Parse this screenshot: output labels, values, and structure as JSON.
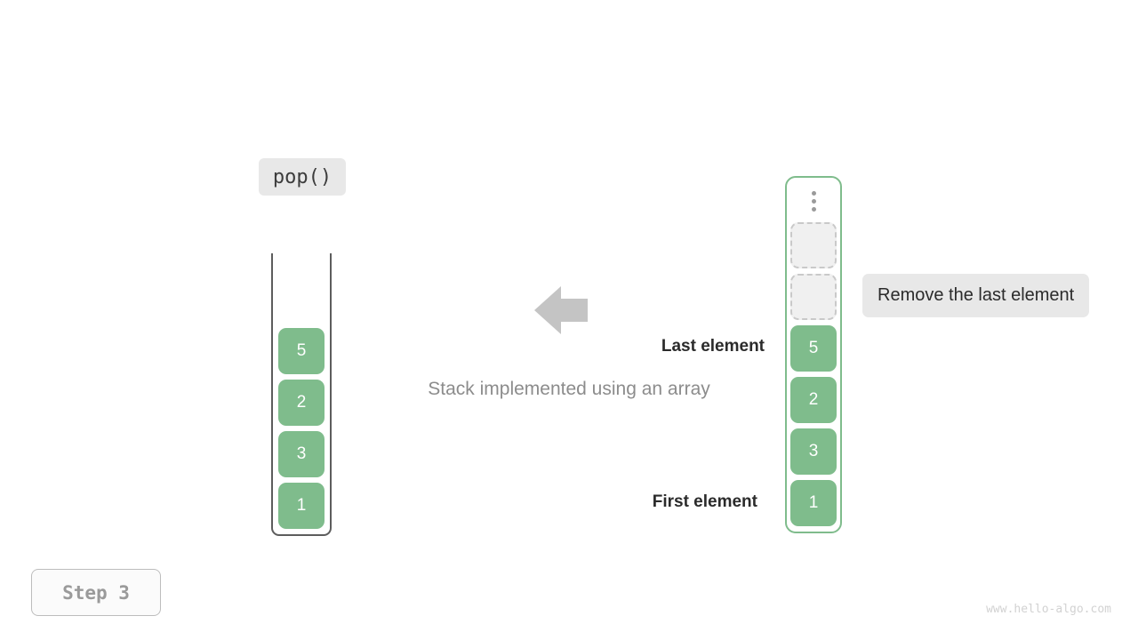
{
  "operation": {
    "label": "pop()",
    "icon": "code-chip-icon"
  },
  "caption": "Stack implemented using an array",
  "annotations": {
    "last_element": "Last element",
    "first_element": "First element"
  },
  "info_chip": {
    "label": "Remove the last element"
  },
  "arrow": {
    "direction": "left",
    "icon": "arrow-left-icon",
    "color": "#c4c4c4"
  },
  "left_container": {
    "name": "array-container",
    "open_top": true,
    "border_color": "#5d5d5d",
    "cells_bottom_to_top": [
      "1",
      "3",
      "2",
      "5"
    ]
  },
  "right_container": {
    "name": "stack-container",
    "border_color": "#7fbc8c",
    "ellipsis_icon": "vertical-ellipsis-icon",
    "empty_slots": 2,
    "cells_bottom_to_top": [
      "1",
      "3",
      "2",
      "5"
    ]
  },
  "step_badge": {
    "label": "Step 3"
  },
  "watermark": {
    "text": "www.hello-algo.com"
  },
  "colors": {
    "cell_green": "#7fbc8c",
    "chip_gray": "#e8e8e8",
    "caption_gray": "#8c8c8c",
    "empty_slot_fill": "#f0f0f0",
    "empty_slot_border": "#c9c9c9",
    "watermark_gray": "#d2d2d2"
  }
}
